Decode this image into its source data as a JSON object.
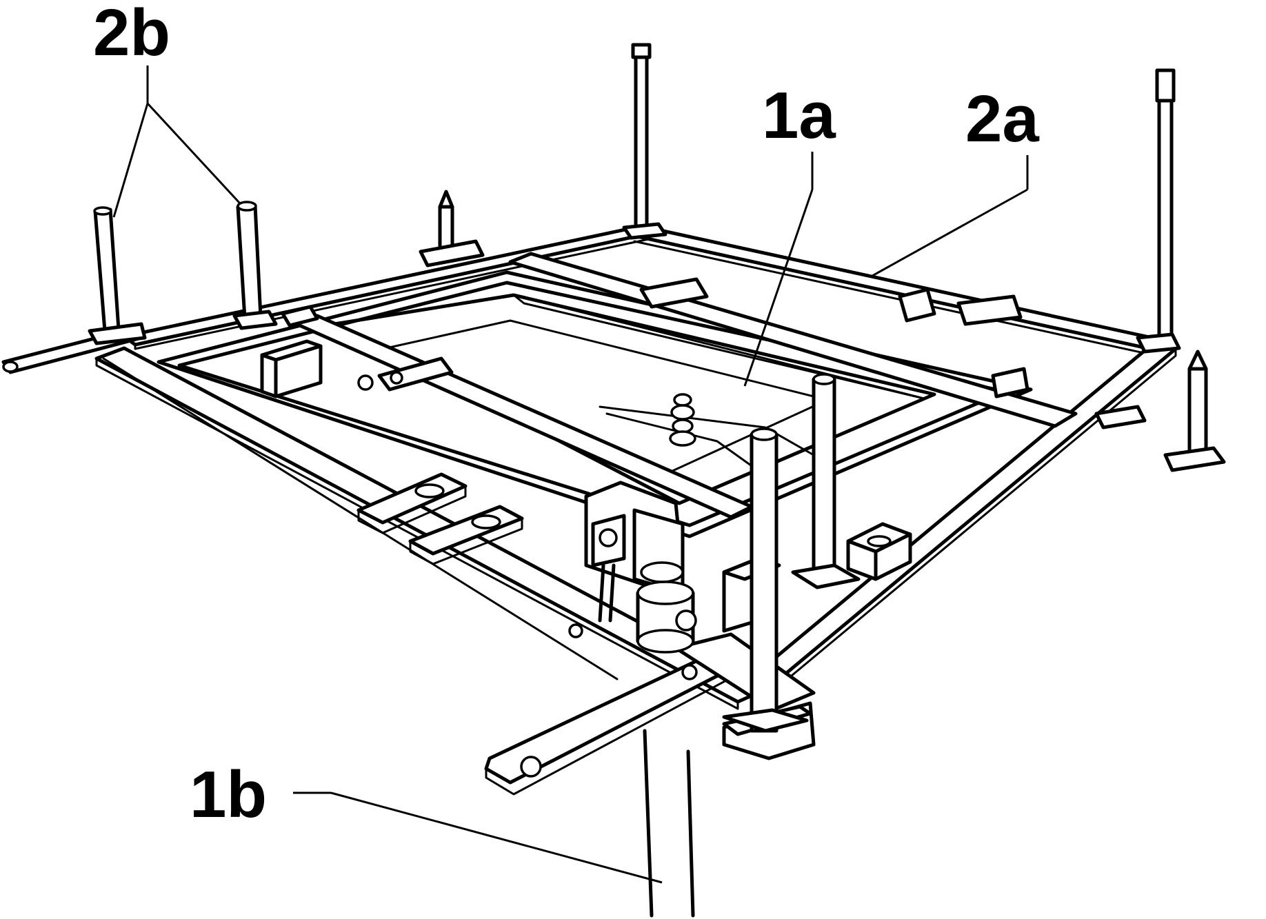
{
  "labels": {
    "label_2b": "2b",
    "label_1a": "1a",
    "label_2a": "2a",
    "label_1b": "1b"
  }
}
